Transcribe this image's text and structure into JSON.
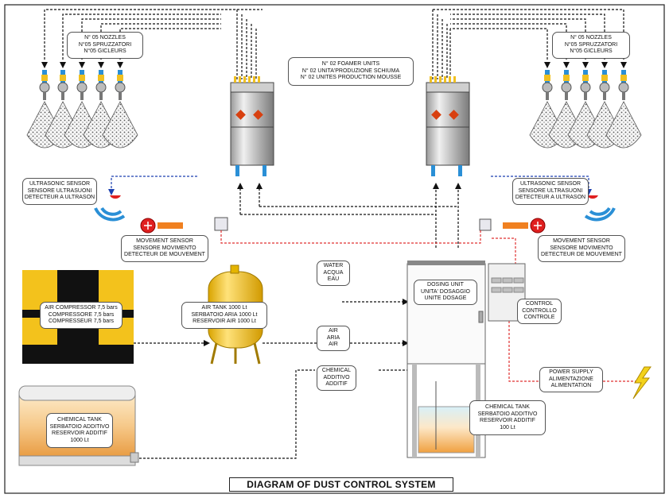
{
  "title": "DIAGRAM OF DUST CONTROL SYSTEM",
  "labels": {
    "nozzles_left": [
      "N° 05 NOZZLES",
      "N°05 SPRUZZATORI",
      "N°05 GICLEURS"
    ],
    "nozzles_right": [
      "N° 05 NOZZLES",
      "N°05 SPRUZZATORI",
      "N°05 GICLEURS"
    ],
    "foamer_units": [
      "N° 02 FOAMER UNITS",
      "N° 02 UNITA'PRODUZIONE SCHIUMA",
      "N° 02 UNITES PRODUCTION MOUSSE"
    ],
    "ultrasonic_left": [
      "ULTRASONIC SENSOR",
      "SENSORE ULTRASUONI",
      "DETECTEUR A ULTRASON"
    ],
    "ultrasonic_right": [
      "ULTRASONIC SENSOR",
      "SENSORE ULTRASUONI",
      "DETECTEUR A ULTRASON"
    ],
    "movement_left": [
      "MOVEMENT SENSOR",
      "SENSORE MOVIMENTO",
      "DETECTEUR DE MOUVEMENT"
    ],
    "movement_right": [
      "MOVEMENT SENSOR",
      "SENSORE MOVIMENTO",
      "DETECTEUR DE MOUVEMENT"
    ],
    "water": [
      "WATER",
      "ACQUA",
      "EAU"
    ],
    "dosing_unit": [
      "DOSING UNIT",
      "UNITA' DOSAGGIO",
      "UNITE DOSAGE"
    ],
    "control": [
      "CONTROL",
      "CONTROLLO",
      "CONTROLE"
    ],
    "air_compressor": [
      "AIR COMPRESSOR 7,5 bars",
      "COMPRESSORE 7,5 bars",
      "COMPRESSEUR 7,5 bars"
    ],
    "air_tank": [
      "AIR TANK 1000 Lt",
      "SERBATOIO ARIA 1000 Lt",
      "RESERVOIR AIR 1000 Lt"
    ],
    "air": [
      "AIR",
      "ARIA",
      "AIR"
    ],
    "power_supply": [
      "POWER SUPPLY",
      "ALIMENTAZIONE",
      "ALIMENTATION"
    ],
    "chemical": [
      "CHEMICAL",
      "ADDITIVO",
      "ADDITIF"
    ],
    "chemical_tank_large": [
      "CHEMICAL TANK",
      "SERBATOIO ADDITIVO",
      "RESERVOIR ADDITIF",
      "1000 Lt"
    ],
    "chemical_tank_small": [
      "CHEMICAL TANK",
      "SERBATOIO ADDITIVO",
      "RESERVOIR ADDITIF",
      "100 Lt"
    ]
  },
  "colors": {
    "air_line": "#111111",
    "signal_line": "#e03030",
    "nozzle_blue": "#2a8fd6",
    "nozzle_yellow": "#f0c020",
    "tank_yellow": "#f3c21c",
    "compressor_black": "#111111",
    "sensor_blue": "#2a8fd6",
    "sensor_red": "#e02020"
  }
}
